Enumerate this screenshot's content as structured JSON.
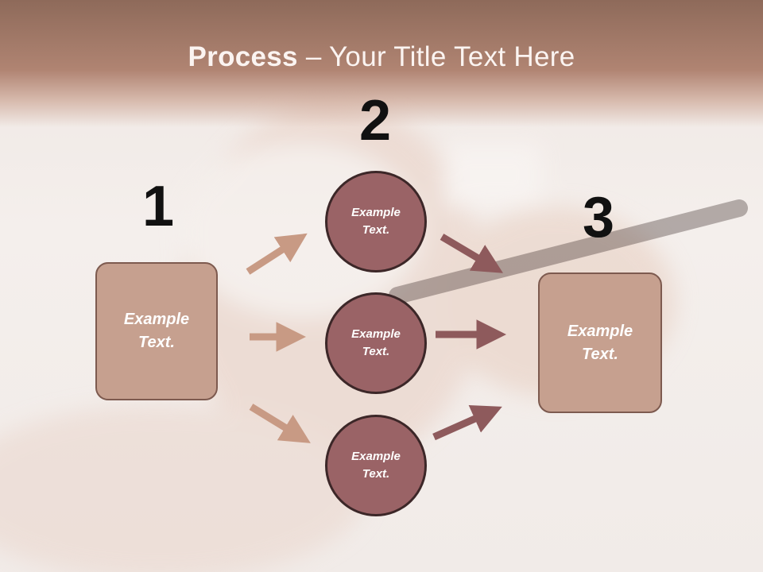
{
  "title": {
    "bold": "Process",
    "rest": " – Your Title Text Here"
  },
  "steps": {
    "one": {
      "number": "1",
      "box_text": "Example\nText."
    },
    "two": {
      "number": "2",
      "circles": [
        {
          "text": "Example\nText."
        },
        {
          "text": "Example\nText."
        },
        {
          "text": "Example\nText."
        }
      ]
    },
    "three": {
      "number": "3",
      "box_text": "Example\nText."
    }
  },
  "colors": {
    "box_fill": "#c6a08f",
    "circle_fill": "#9a6366",
    "left_arrow": "#c89a84",
    "right_arrow": "#8e5a5c",
    "title_band": "#a77c6a"
  }
}
